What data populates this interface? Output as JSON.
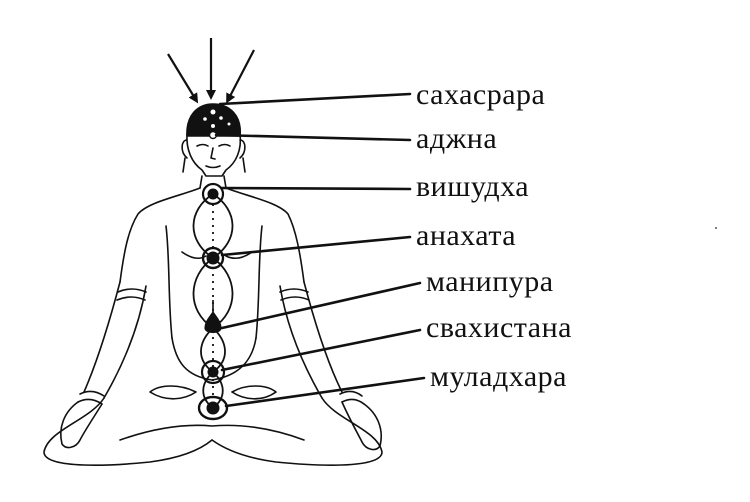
{
  "labels": [
    {
      "id": "sahasrara",
      "text": "сахасрара"
    },
    {
      "id": "ajna",
      "text": "аджна"
    },
    {
      "id": "vishuddha",
      "text": "вишудха"
    },
    {
      "id": "anahata",
      "text": "анахата"
    },
    {
      "id": "manipura",
      "text": "манипура"
    },
    {
      "id": "svadhisthana",
      "text": "свахистана"
    },
    {
      "id": "muladhara",
      "text": "муладхара"
    }
  ],
  "colors": {
    "ink": "#111111",
    "background": "#ffffff"
  }
}
